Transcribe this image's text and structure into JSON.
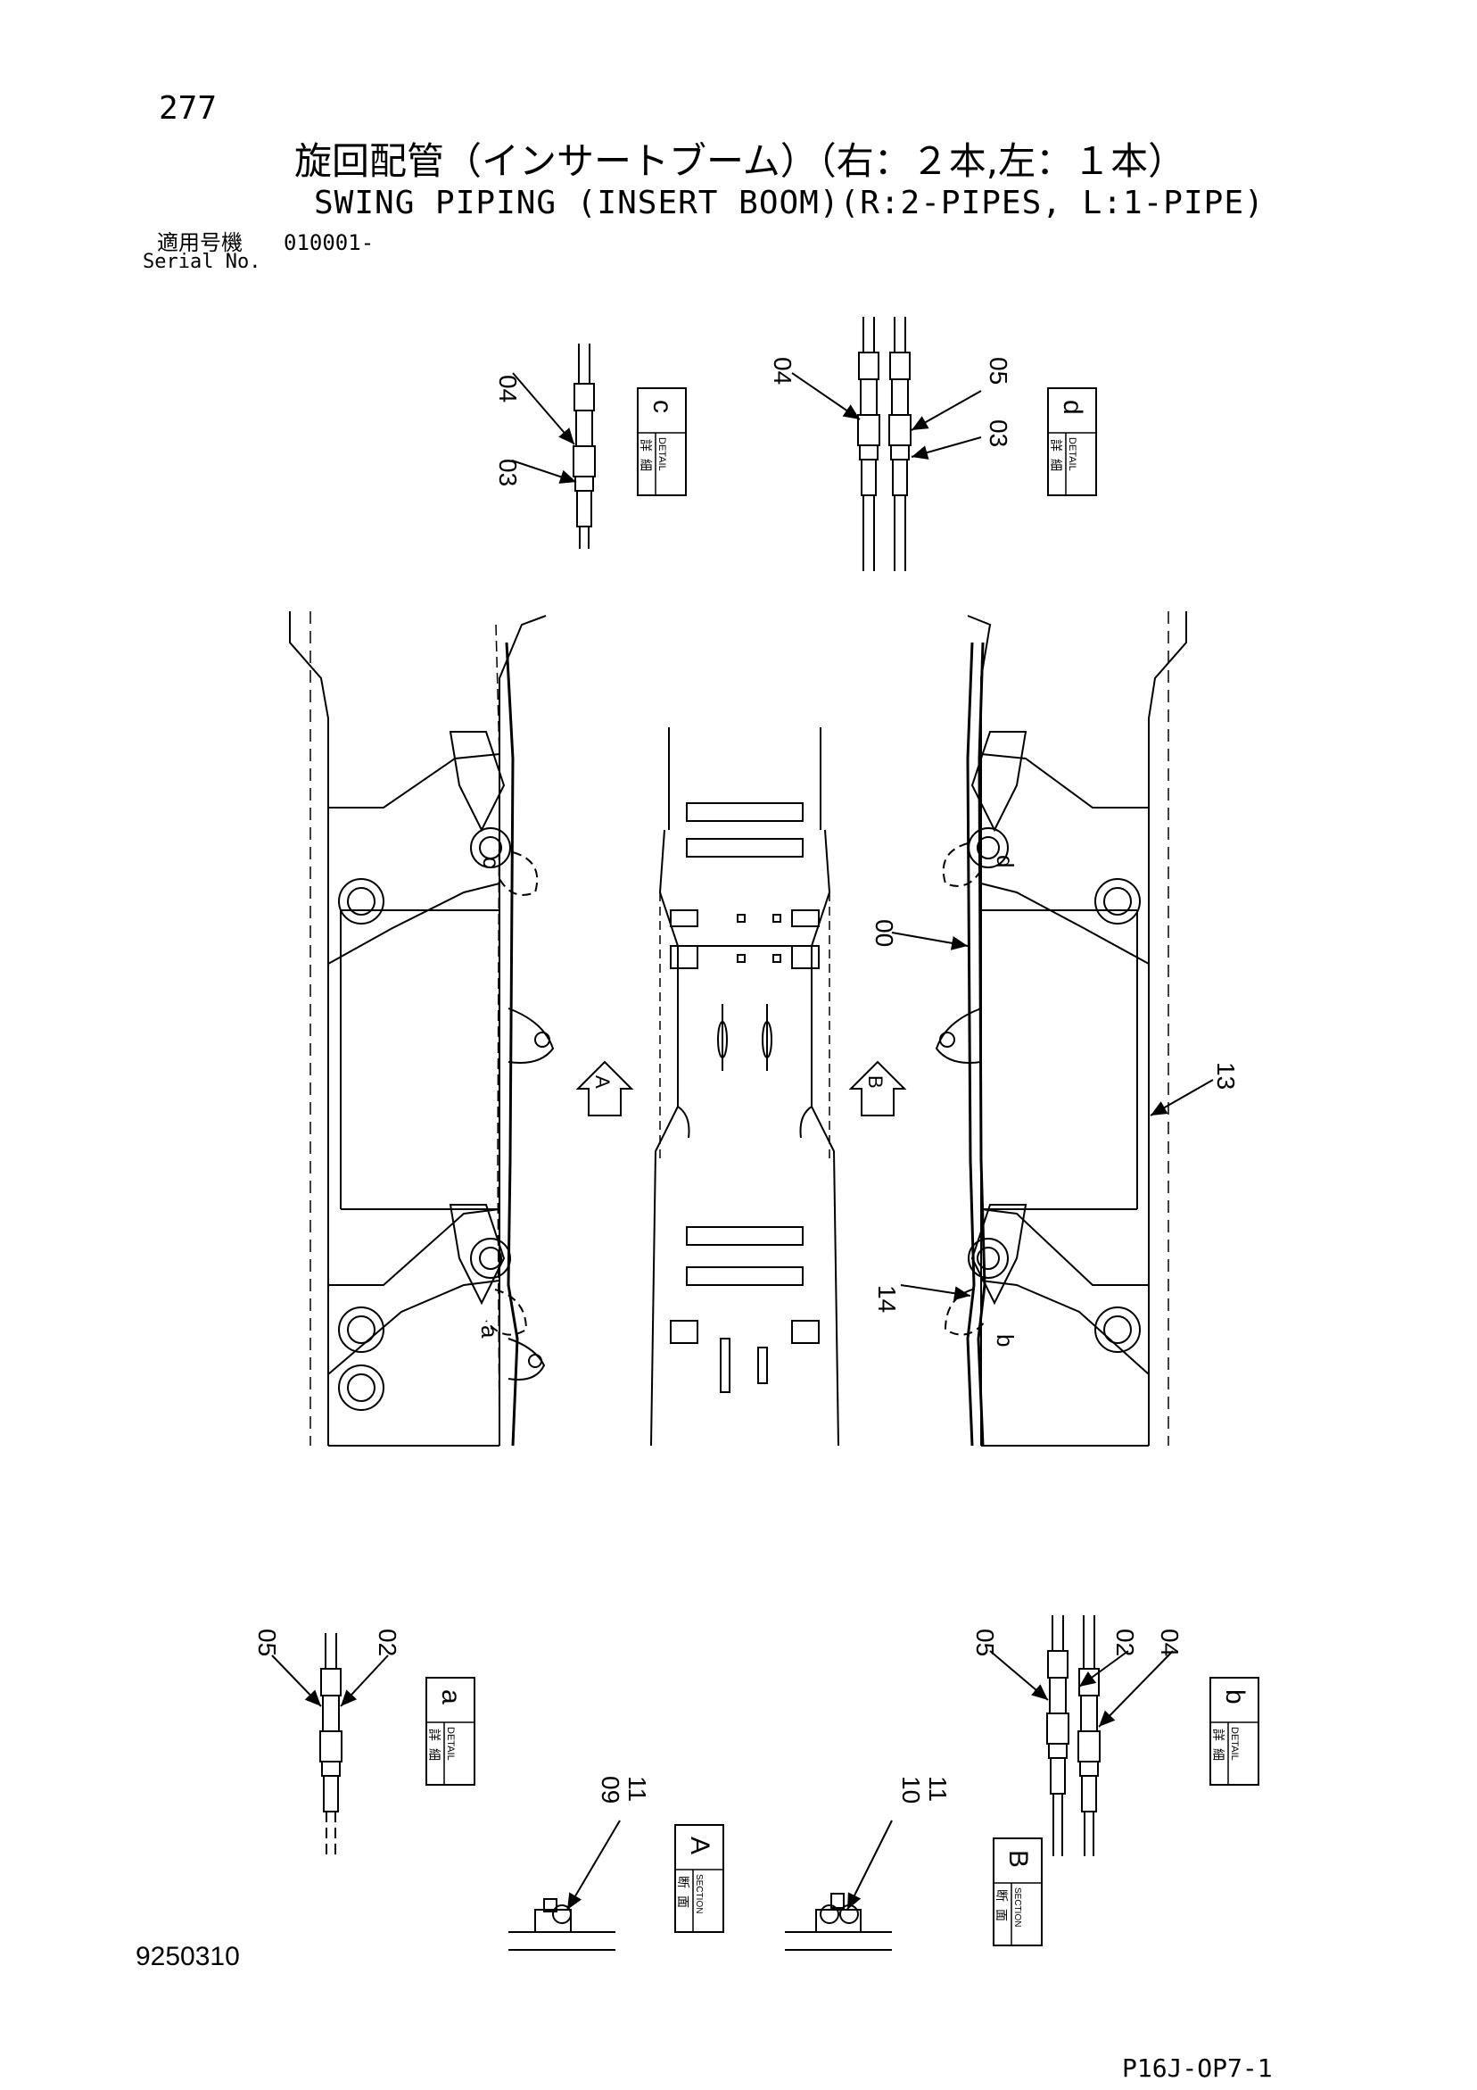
{
  "header": {
    "page_number": "277",
    "title_jp": "旋回配管（インサートブーム）（右：２本,左：１本）",
    "title_en": "SWING PIPING (INSERT BOOM)(R:2-PIPES, L:1-PIPE)",
    "serial_label_jp": "適用号機",
    "serial_value": "010001-",
    "serial_label_en": "Serial No."
  },
  "detail_labels": {
    "detail_c": {
      "letter": "c",
      "jp1": "詳",
      "jp2": "細",
      "en": "DETAIL"
    },
    "detail_d": {
      "letter": "d",
      "jp1": "詳",
      "jp2": "細",
      "en": "DETAIL"
    },
    "detail_a": {
      "letter": "a",
      "jp1": "詳",
      "jp2": "細",
      "en": "DETAIL"
    },
    "detail_b": {
      "letter": "b",
      "jp1": "詳",
      "jp2": "細",
      "en": "DETAIL"
    },
    "section_A": {
      "letter": "A",
      "jp1": "断",
      "jp2": "面",
      "en": "SECTION"
    },
    "section_B": {
      "letter": "B",
      "jp1": "断",
      "jp2": "面",
      "en": "SECTION"
    }
  },
  "callouts": {
    "c_04": "04",
    "c_03": "03",
    "d_04": "04",
    "d_05": "05",
    "d_03": "03",
    "main_c": "c",
    "main_a": "a",
    "main_d": "d",
    "main_b": "b",
    "main_00": "00",
    "main_13": "13",
    "main_14": "14",
    "arrow_A": "A",
    "arrow_B": "B",
    "a_05": "05",
    "a_02": "02",
    "b_05": "05",
    "b_02": "02",
    "b_04": "04",
    "sA_09": "09",
    "sA_11": "11",
    "sB_10": "10",
    "sB_11": "11"
  },
  "footer": {
    "document_number": "9250310",
    "page_code": "P16J-OP7-1"
  }
}
